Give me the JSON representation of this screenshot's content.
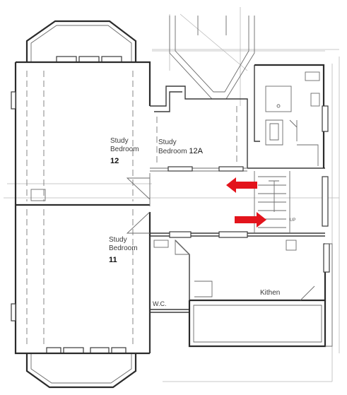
{
  "rooms": {
    "study12": {
      "line1": "Study",
      "line2": "Bedroom",
      "number": "12"
    },
    "study12a": {
      "line1": "Study",
      "line2": "Bedroom",
      "number": "12A"
    },
    "study11": {
      "line1": "Study",
      "line2": "Bedroom",
      "number": "11"
    },
    "wc": "W.C.",
    "kitchen": "Kithen",
    "stair_up": "UP"
  },
  "arrows": [
    {
      "direction": "left",
      "color": "#e3141c"
    },
    {
      "direction": "right",
      "color": "#e3141c"
    }
  ]
}
